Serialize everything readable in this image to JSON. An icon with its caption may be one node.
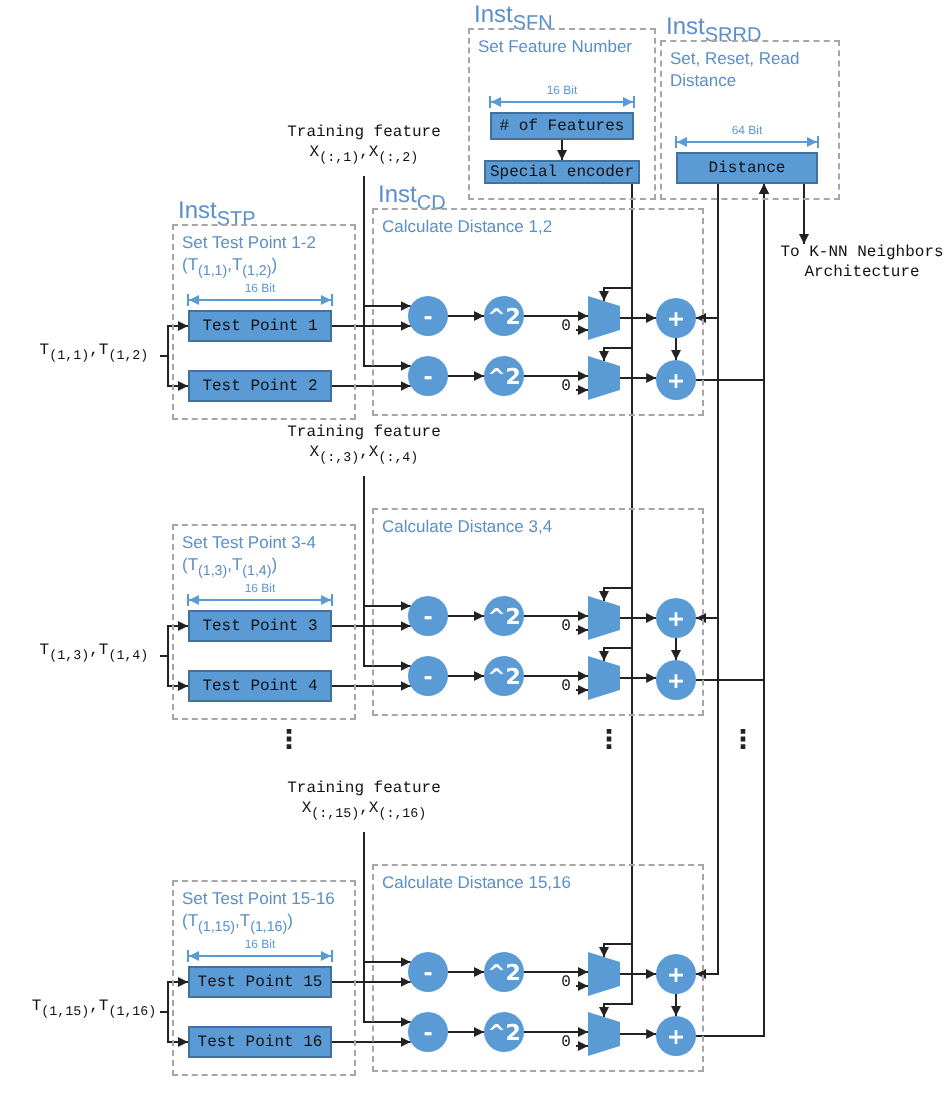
{
  "diagram": {
    "nodes": [
      {
        "text": [
          "Inst$_{SFN}$",
          "Set Feature Number"
        ]
      },
      {
        "text": [
          "# of Features"
        ],
        "in": 0,
        "beside": [
          "16 Bit"
        ]
      },
      {
        "text": [
          "Special encoder"
        ],
        "in": 0
      },
      {
        "text": [
          "Inst$_{SRRD}$",
          "Set, Reset, Read Distance"
        ]
      },
      {
        "text": [
          "Distance"
        ],
        "in": 3,
        "beside": [
          "64 Bit"
        ]
      },
      {
        "text": [
          "To K-NN Neighbors Architecture"
        ]
      },
      {
        "text": [
          "Training feature X$_{(:,1)}$,X$_{(:,2)}$"
        ]
      },
      {
        "text": [
          "Inst$_{STP}$",
          "Set Test Point 1-2 (T$_{(1,1)}$,T$_{(1,2)}$)"
        ]
      },
      {
        "text": [
          "Test Point 1"
        ],
        "in": 7,
        "beside": [
          "16 Bit"
        ]
      },
      {
        "text": [
          "Test Point 2"
        ],
        "in": 7
      },
      {
        "text": [
          "T$_{(1,1)}$,T$_{(1,2)}$"
        ]
      },
      {
        "text": [
          "Inst$_{CD}$",
          "Calculate Distance 1,2"
        ]
      },
      {
        "text": [
          "-"
        ],
        "in": 11
      },
      {
        "text": [
          "^2"
        ],
        "in": 11
      },
      {
        "text": [],
        "shape": "trapezoid",
        "in": 11
      },
      {
        "text": [
          "0"
        ],
        "in": 11
      },
      {
        "text": [
          "+"
        ],
        "in": 11
      },
      {
        "text": [
          "-"
        ],
        "in": 11
      },
      {
        "text": [
          "^2"
        ],
        "in": 11
      },
      {
        "text": [],
        "shape": "trapezoid",
        "in": 11
      },
      {
        "text": [
          "0"
        ],
        "in": 11
      },
      {
        "text": [
          "+"
        ],
        "in": 11
      },
      {
        "text": [
          "Training feature X$_{(:,3)}$,X$_{(:,4)}$"
        ]
      },
      {
        "text": [
          "Set Test Point 3-4 (T$_{(1,3)}$,T$_{(1,4)}$)"
        ]
      },
      {
        "text": [
          "Test Point 3"
        ],
        "in": 23,
        "beside": [
          "16 Bit"
        ]
      },
      {
        "text": [
          "Test Point 4"
        ],
        "in": 23
      },
      {
        "text": [
          "T$_{(1,3)}$,T$_{(1,4)}$"
        ]
      },
      {
        "text": [
          "Calculate Distance 3,4"
        ]
      },
      {
        "text": [
          "-"
        ],
        "in": 27
      },
      {
        "text": [
          "^2"
        ],
        "in": 27
      },
      {
        "text": [],
        "shape": "trapezoid",
        "in": 27
      },
      {
        "text": [
          "0"
        ],
        "in": 27
      },
      {
        "text": [
          "+"
        ],
        "in": 27
      },
      {
        "text": [
          "-"
        ],
        "in": 27
      },
      {
        "text": [
          "^2"
        ],
        "in": 27
      },
      {
        "text": [],
        "shape": "trapezoid",
        "in": 27
      },
      {
        "text": [
          "0"
        ],
        "in": 27
      },
      {
        "text": [
          "+"
        ],
        "in": 27
      },
      {
        "text": [
          "Training feature X$_{(:,15)}$,X$_{(:,16)}$"
        ]
      },
      {
        "text": [
          "Set Test Point 15-16 (T$_{(1,15)}$,T$_{(1,16)}$)"
        ]
      },
      {
        "text": [
          "Test Point 15"
        ],
        "in": 39,
        "beside": [
          "16 Bit"
        ]
      },
      {
        "text": [
          "Test Point 16"
        ],
        "in": 39
      },
      {
        "text": [
          "T$_{(1,15)}$,T$_{(1,16)}$"
        ]
      },
      {
        "text": [
          "Calculate Distance 15,16"
        ]
      },
      {
        "text": [
          "-"
        ],
        "in": 43
      },
      {
        "text": [
          "^2"
        ],
        "in": 43
      },
      {
        "text": [],
        "shape": "trapezoid",
        "in": 43
      },
      {
        "text": [
          "0"
        ],
        "in": 43
      },
      {
        "text": [
          "+"
        ],
        "in": 43
      },
      {
        "text": [
          "-"
        ],
        "in": 43
      },
      {
        "text": [
          "^2"
        ],
        "in": 43
      },
      {
        "text": [],
        "shape": "trapezoid",
        "in": 43
      },
      {
        "text": [
          "0"
        ],
        "in": 43
      },
      {
        "text": [
          "+"
        ],
        "in": 43
      }
    ],
    "edges": [
      {
        "from": 1,
        "to": 2,
        "arrow": "to"
      },
      {
        "from": 4,
        "to": 5,
        "arrow": "to"
      },
      {
        "from": 10,
        "to": 8,
        "arrow": "to"
      },
      {
        "from": 10,
        "to": 9,
        "arrow": "to"
      },
      {
        "from": 6,
        "to": 12,
        "arrow": "to"
      },
      {
        "from": 6,
        "to": 17,
        "arrow": "to"
      },
      {
        "from": 8,
        "to": 12,
        "arrow": "to"
      },
      {
        "from": 9,
        "to": 17,
        "arrow": "to"
      },
      {
        "from": 12,
        "to": 13,
        "arrow": "to"
      },
      {
        "from": 13,
        "to": 14,
        "arrow": "to"
      },
      {
        "from": 15,
        "to": 14,
        "arrow": "to"
      },
      {
        "from": 14,
        "to": 16,
        "arrow": "to"
      },
      {
        "from": 16,
        "to": 21,
        "arrow": "to"
      },
      {
        "from": 17,
        "to": 18,
        "arrow": "to"
      },
      {
        "from": 18,
        "to": 19,
        "arrow": "to"
      },
      {
        "from": 20,
        "to": 19,
        "arrow": "to"
      },
      {
        "from": 19,
        "to": 21,
        "arrow": "to"
      },
      {
        "from": 2,
        "to": 14,
        "arrow": "to"
      },
      {
        "from": 2,
        "to": 19,
        "arrow": "to"
      },
      {
        "from": 4,
        "to": 16,
        "arrow": "to"
      },
      {
        "from": 21,
        "to": 4,
        "arrow": "to"
      },
      {
        "from": 26,
        "to": 24,
        "arrow": "to"
      },
      {
        "from": 26,
        "to": 25,
        "arrow": "to"
      },
      {
        "from": 22,
        "to": 28,
        "arrow": "to"
      },
      {
        "from": 22,
        "to": 33,
        "arrow": "to"
      },
      {
        "from": 24,
        "to": 28,
        "arrow": "to"
      },
      {
        "from": 25,
        "to": 33,
        "arrow": "to"
      },
      {
        "from": 28,
        "to": 29,
        "arrow": "to"
      },
      {
        "from": 29,
        "to": 30,
        "arrow": "to"
      },
      {
        "from": 31,
        "to": 30,
        "arrow": "to"
      },
      {
        "from": 30,
        "to": 32,
        "arrow": "to"
      },
      {
        "from": 32,
        "to": 37,
        "arrow": "to"
      },
      {
        "from": 33,
        "to": 34,
        "arrow": "to"
      },
      {
        "from": 34,
        "to": 35,
        "arrow": "to"
      },
      {
        "from": 36,
        "to": 35,
        "arrow": "to"
      },
      {
        "from": 35,
        "to": 37,
        "arrow": "to"
      },
      {
        "from": 2,
        "to": 30,
        "arrow": "to"
      },
      {
        "from": 2,
        "to": 35,
        "arrow": "to"
      },
      {
        "from": 4,
        "to": 32,
        "arrow": "to"
      },
      {
        "from": 37,
        "to": 4,
        "arrow": "to"
      },
      {
        "from": 42,
        "to": 40,
        "arrow": "to"
      },
      {
        "from": 42,
        "to": 41,
        "arrow": "to"
      },
      {
        "from": 38,
        "to": 44,
        "arrow": "to"
      },
      {
        "from": 38,
        "to": 49,
        "arrow": "to"
      },
      {
        "from": 40,
        "to": 44,
        "arrow": "to"
      },
      {
        "from": 41,
        "to": 49,
        "arrow": "to"
      },
      {
        "from": 44,
        "to": 45,
        "arrow": "to"
      },
      {
        "from": 45,
        "to": 46,
        "arrow": "to"
      },
      {
        "from": 47,
        "to": 46,
        "arrow": "to"
      },
      {
        "from": 46,
        "to": 48,
        "arrow": "to"
      },
      {
        "from": 48,
        "to": 53,
        "arrow": "to"
      },
      {
        "from": 49,
        "to": 50,
        "arrow": "to"
      },
      {
        "from": 50,
        "to": 51,
        "arrow": "to"
      },
      {
        "from": 52,
        "to": 51,
        "arrow": "to"
      },
      {
        "from": 51,
        "to": 53,
        "arrow": "to"
      },
      {
        "from": 2,
        "to": 46,
        "arrow": "to"
      },
      {
        "from": 2,
        "to": 51,
        "arrow": "to"
      },
      {
        "from": 4,
        "to": 48,
        "arrow": "to"
      },
      {
        "from": 53,
        "to": 4,
        "arrow": "to"
      }
    ],
    "labels": [
      "⋮",
      "⋮",
      "⋮"
    ]
  }
}
